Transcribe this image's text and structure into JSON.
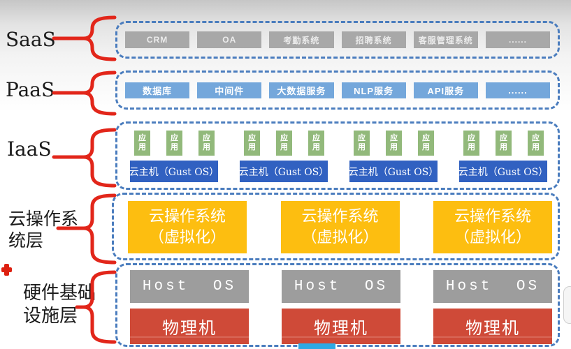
{
  "left_labels": {
    "saas": "SaaS",
    "paas": "PaaS",
    "iaas": "IaaS",
    "cloud_os_line1": "云操作系",
    "cloud_os_line2": "统层",
    "hardware_line1": "硬件基础",
    "hardware_line2": "设施层"
  },
  "saas": {
    "boxes": [
      "CRM",
      "OA",
      "考勤系统",
      "招聘系统",
      "客服管理系统",
      "......"
    ]
  },
  "paas": {
    "boxes": [
      "数据库",
      "中间件",
      "大数据服务",
      "NLP服务",
      "API服务",
      "......"
    ]
  },
  "iaas": {
    "app_label": "应用",
    "host_label": "云主机（Gust OS）",
    "group_count": 4,
    "apps_per_group": 3
  },
  "cloud_os": {
    "line1": "云操作系统",
    "line2": "（虚拟化）",
    "box_count": 3
  },
  "hardware": {
    "host_os_label": "Host OS",
    "physical_label": "物理机",
    "column_count": 3
  },
  "colors": {
    "dashed_border": "#4b7dbe",
    "brace_red": "#e2261a",
    "saas_chip": "#a8a8a8",
    "paas_chip": "#74a7db",
    "app_green": "#92b97b",
    "vm_blue": "#3161c1",
    "cloud_os_orange": "#fdbe10",
    "host_os_gray": "#9d9d9d",
    "physical_red": "#cf4a38",
    "progress_blue": "#2ea9e4"
  }
}
